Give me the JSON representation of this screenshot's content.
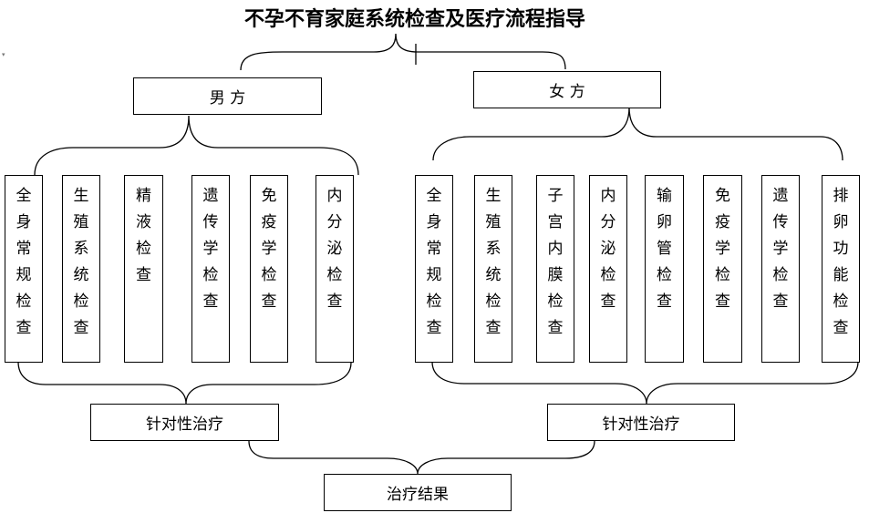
{
  "title": "不孕不育家庭系统检查及医疗流程指导",
  "male": {
    "label": "男  方",
    "exams": [
      "全身常规检查",
      "生殖系统检查",
      "精液检查",
      "遗传学检查",
      "免疫学检查",
      "内分泌检查"
    ],
    "treatment": "针对性治疗"
  },
  "female": {
    "label": "女  方",
    "exams": [
      "全身常规检查",
      "生殖系统检查",
      "子宫内膜检查",
      "内分泌检查",
      "输卵管检查",
      "免疫学检查",
      "遗传学检查",
      "排卵功能检查"
    ],
    "treatment": "针对性治疗"
  },
  "result": "治疗结果"
}
